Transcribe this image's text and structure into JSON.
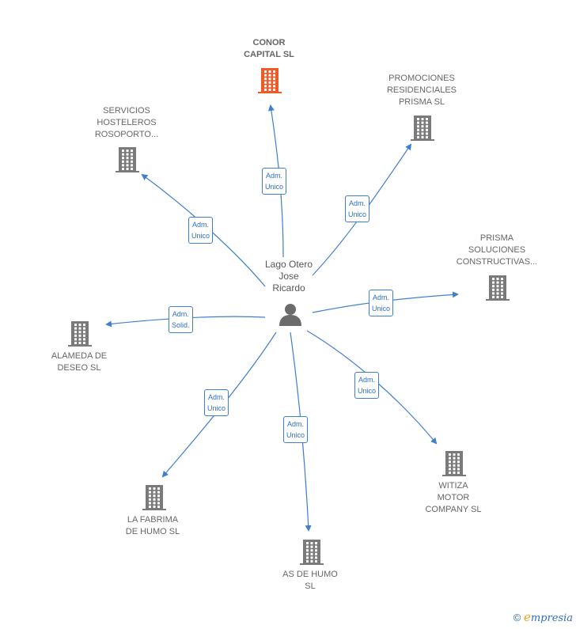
{
  "center": {
    "name": "Lago Otero\nJose\nRicardo",
    "icon": "person-icon"
  },
  "colors": {
    "edge": "#3f7fd0",
    "building": "#7a7a7a",
    "highlight": "#f05a28"
  },
  "companies": [
    {
      "id": "conor",
      "name": "CONOR\nCAPITAL  SL",
      "highlight": true,
      "role": "Adm.\nUnico",
      "icon": "building-icon"
    },
    {
      "id": "promociones",
      "name": "PROMOCIONES\nRESIDENCIALES\nPRISMA  SL",
      "highlight": false,
      "role": "Adm.\nUnico",
      "icon": "building-icon"
    },
    {
      "id": "servicios",
      "name": "SERVICIOS\nHOSTELEROS\nROSOPORTO...",
      "highlight": false,
      "role": "Adm.\nUnico",
      "icon": "building-icon"
    },
    {
      "id": "prisma",
      "name": "PRISMA\nSOLUCIONES\nCONSTRUCTIVAS...",
      "highlight": false,
      "role": "Adm.\nUnico",
      "icon": "building-icon"
    },
    {
      "id": "alameda",
      "name": "ALAMEDA DE\nDESEO  SL",
      "highlight": false,
      "role": "Adm.\nSolid.",
      "icon": "building-icon"
    },
    {
      "id": "witiza",
      "name": "WITIZA\nMOTOR\nCOMPANY  SL",
      "highlight": false,
      "role": "Adm.\nUnico",
      "icon": "building-icon"
    },
    {
      "id": "fabrima",
      "name": "LA FABRIMA\nDE HUMO  SL",
      "highlight": false,
      "role": "Adm.\nUnico",
      "icon": "building-icon"
    },
    {
      "id": "ashumo",
      "name": "AS DE HUMO\nSL",
      "highlight": false,
      "role": "Adm.\nUnico",
      "icon": "building-icon"
    }
  ],
  "footer": {
    "copyright": "©",
    "brand_initial": "e",
    "brand_rest": "mpresia"
  }
}
